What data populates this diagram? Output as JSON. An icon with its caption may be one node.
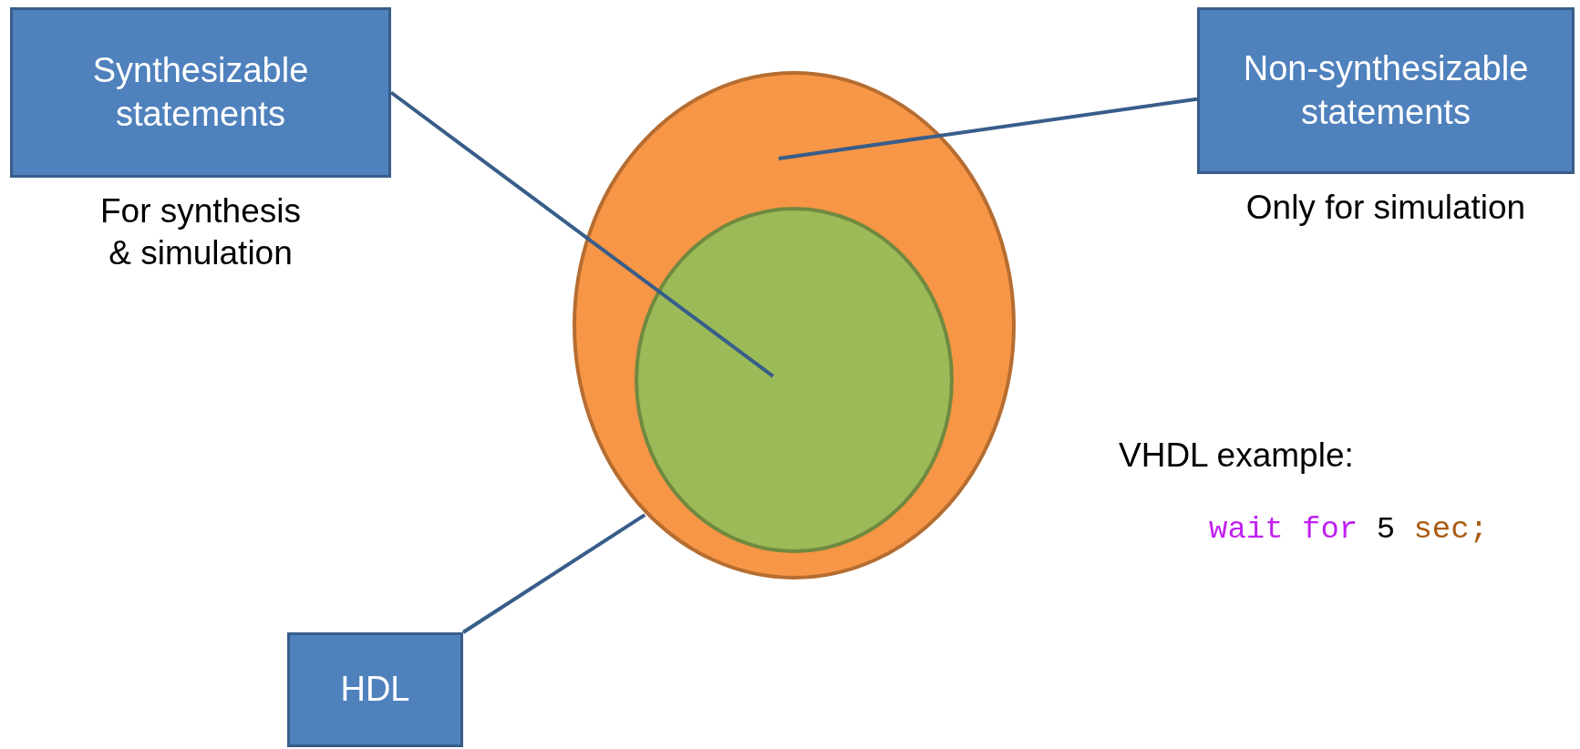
{
  "diagram": {
    "nodes": [
      {
        "text": [
          "Synthesizable statements"
        ],
        "beside": [
          "For synthesis & simulation"
        ]
      },
      {
        "text": [
          "Non-synthesizable statements"
        ],
        "beside": [
          "Only for simulation"
        ]
      },
      {
        "text": [
          "HDL"
        ]
      },
      {
        "text": [],
        "shape": "circle"
      },
      {
        "text": [],
        "shape": "circle",
        "in": 3
      }
    ],
    "edges": [
      {
        "from": 0,
        "to": 4,
        "arrow": "none"
      },
      {
        "from": 1,
        "to": 3,
        "arrow": "none"
      },
      {
        "from": 2,
        "to": 3,
        "arrow": "none"
      }
    ],
    "labels": [
      "VHDL example:",
      "wait for 5 sec;"
    ]
  }
}
